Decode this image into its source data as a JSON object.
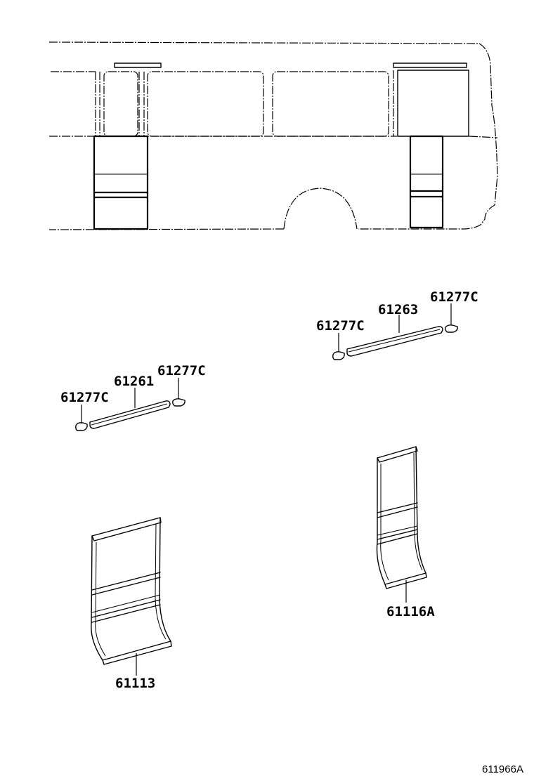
{
  "labels": {
    "part_61263": "61263",
    "part_61277c_a": "61277C",
    "part_61277c_b": "61277C",
    "part_61261": "61261",
    "part_61277c_c": "61277C",
    "part_61277c_d": "61277C",
    "part_61116a": "61116A",
    "part_61113": "61113",
    "diagram_ref": "611966A"
  }
}
